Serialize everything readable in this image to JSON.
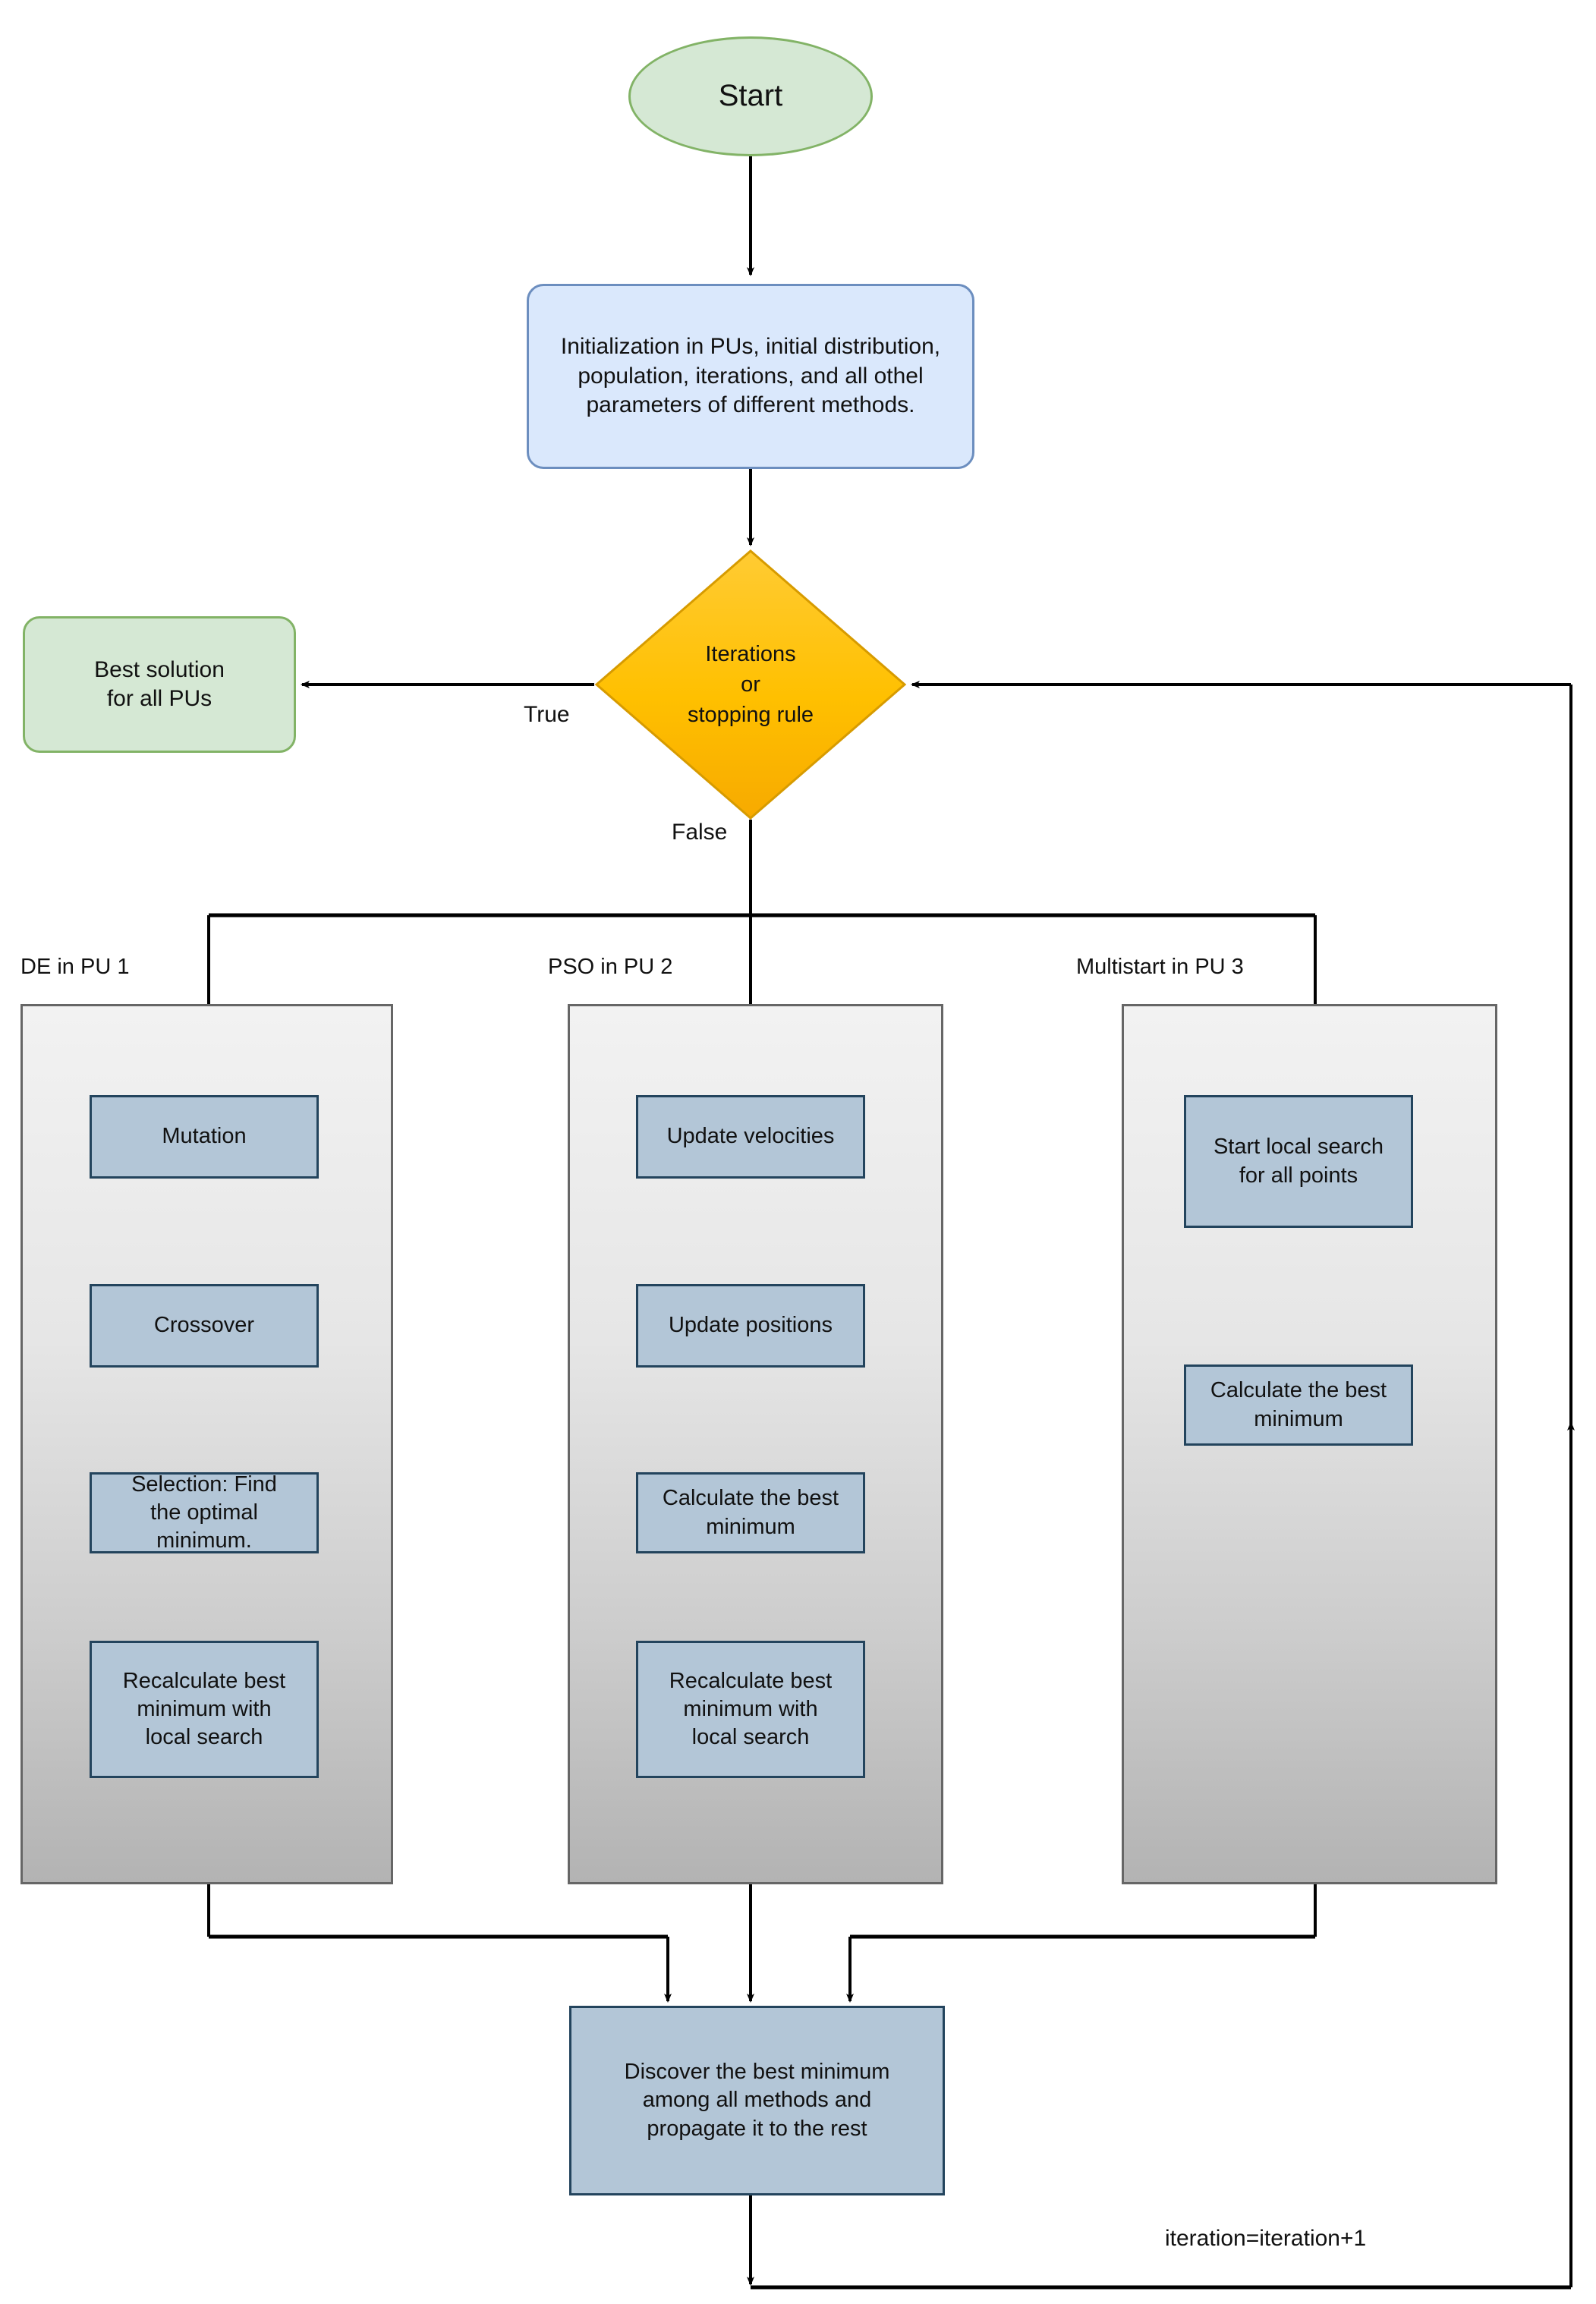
{
  "diagram": {
    "type": "flowchart",
    "title": "Parallel metaheuristic optimization flowchart",
    "colors": {
      "start_fill": "#d5e8d4",
      "start_stroke": "#82b366",
      "process_fill": "#dae8fc",
      "process_stroke": "#6c8ebf",
      "decision_fill": "#ffc000",
      "decision_stroke": "#d79b00",
      "step_fill": "#b3c6d7",
      "step_stroke": "#23445d",
      "container_stroke": "#666666",
      "edge": "#000000"
    }
  },
  "nodes": {
    "start": {
      "label": "Start"
    },
    "initialization": {
      "label": "Initialization in PUs, initial distribution, population, iterations, and all othel parameters  of different methods."
    },
    "decision": {
      "line1": "Iterations",
      "line2": "or",
      "line3": "stopping rule"
    },
    "best_solution": {
      "line1": "Best solution",
      "line2": "for all PUs"
    },
    "discover": {
      "line1": "Discover the best minimum",
      "line2": "among all methods and",
      "line3": "propagate it to the rest"
    }
  },
  "edge_labels": {
    "true": "True",
    "false": "False",
    "iteration": "iteration=iteration+1"
  },
  "columns": [
    {
      "id": "de",
      "title": "DE in PU 1",
      "steps": [
        {
          "label": "Mutation"
        },
        {
          "label": "Crossover"
        },
        {
          "line1": "Selection: Find",
          "line2": "the optimal",
          "line3": "minimum."
        },
        {
          "line1": "Recalculate best",
          "line2": "minimum with",
          "line3": "local search"
        }
      ]
    },
    {
      "id": "pso",
      "title": "PSO in PU 2",
      "steps": [
        {
          "label": "Update velocities"
        },
        {
          "label": "Update positions"
        },
        {
          "line1": "Calculate the best",
          "line2": "minimum"
        },
        {
          "line1": "Recalculate best",
          "line2": "minimum with",
          "line3": "local search"
        }
      ]
    },
    {
      "id": "multistart",
      "title": "Multistart in PU 3",
      "steps": [
        {
          "line1": "Start local search",
          "line2": "for all points"
        },
        {
          "line1": "Calculate the best",
          "line2": "minimum"
        }
      ]
    }
  ]
}
